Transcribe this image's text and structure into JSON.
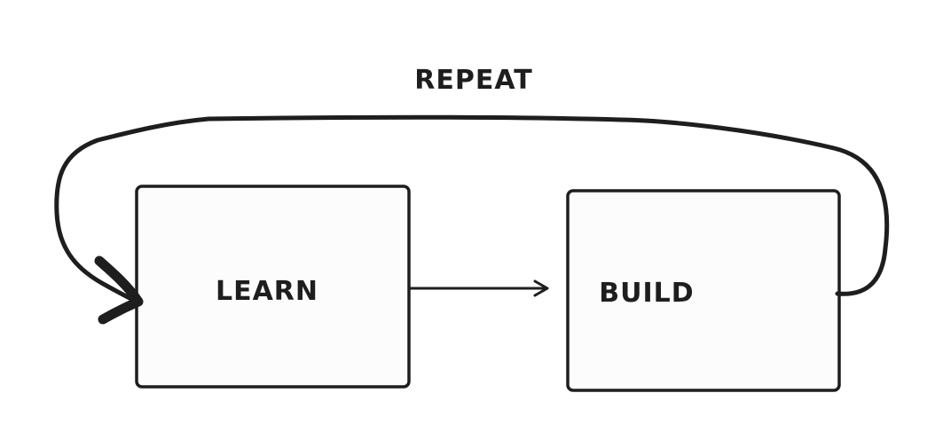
{
  "diagram": {
    "repeat_label": "REPEAT",
    "nodes": {
      "learn": {
        "label": "LEARN"
      },
      "build": {
        "label": "BUILD"
      }
    },
    "colors": {
      "stroke": "#1e1e1e",
      "box_fill": "#fcfcfc",
      "background": "#ffffff"
    }
  }
}
